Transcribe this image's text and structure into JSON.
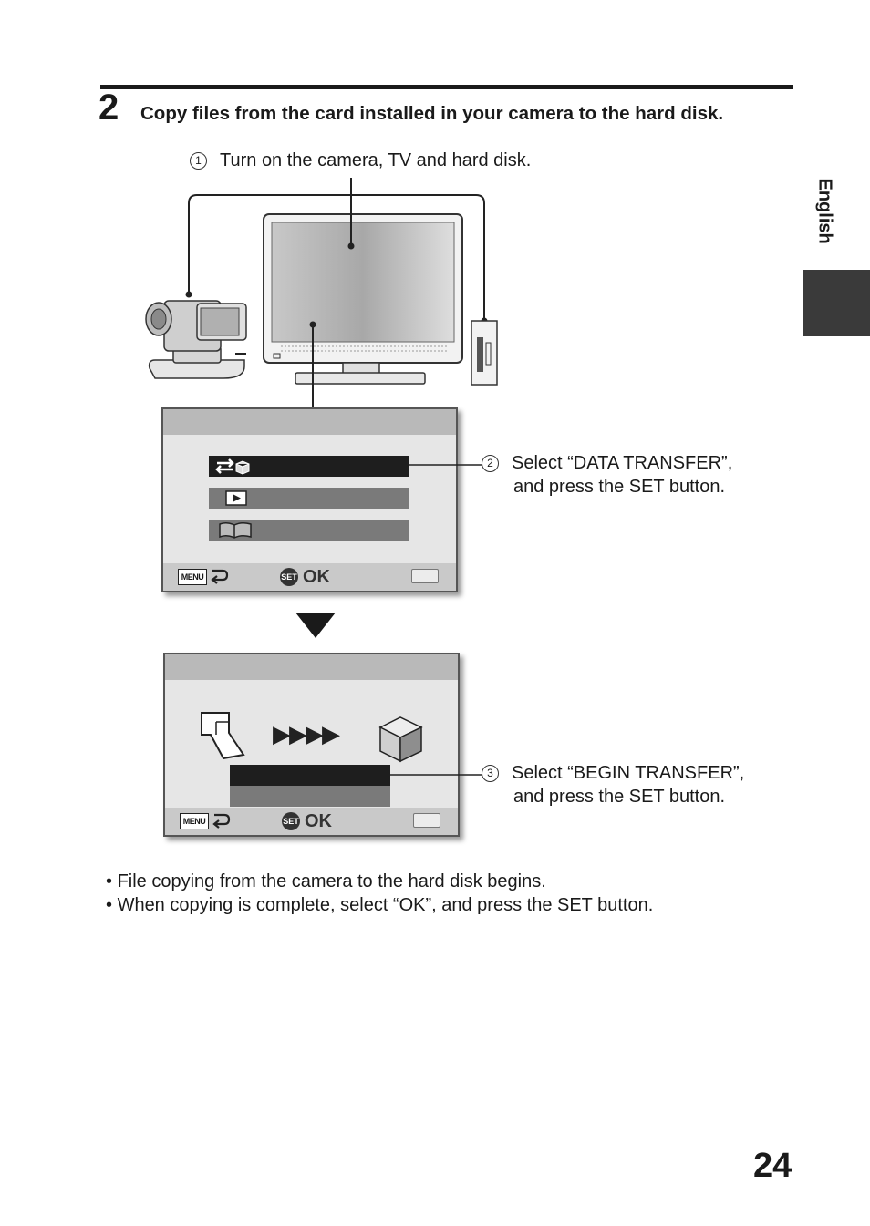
{
  "step": {
    "number": "2",
    "title": "Copy files from the card installed in your camera to the hard disk."
  },
  "side_tab": {
    "language": "English"
  },
  "callouts": [
    {
      "marker": "1",
      "text": "Turn on the camera, TV and hard disk."
    },
    {
      "marker": "2",
      "line1": "Select “DATA TRANSFER”,",
      "line2": "and press the SET button."
    },
    {
      "marker": "3",
      "line1": "Select “BEGIN TRANSFER”,",
      "line2": "and press the SET button."
    }
  ],
  "screen1": {
    "menu_badge": "MENU",
    "set_badge": "SET",
    "ok_label": "OK",
    "icons": [
      "data-transfer-icon",
      "playback-icon",
      "manual-icon"
    ]
  },
  "screen2": {
    "menu_badge": "MENU",
    "set_badge": "SET",
    "ok_label": "OK",
    "arrows": "▶▶▶▶"
  },
  "bullets": [
    "File copying from the camera to the hard disk begins.",
    "When copying is complete, select “OK”, and press the SET button."
  ],
  "page_number": "24",
  "colors": {
    "text": "#1a1a1a",
    "tab": "#3a3a3a",
    "selected_row": "#1e1e1e",
    "unselected_row": "#7a7a7a"
  }
}
